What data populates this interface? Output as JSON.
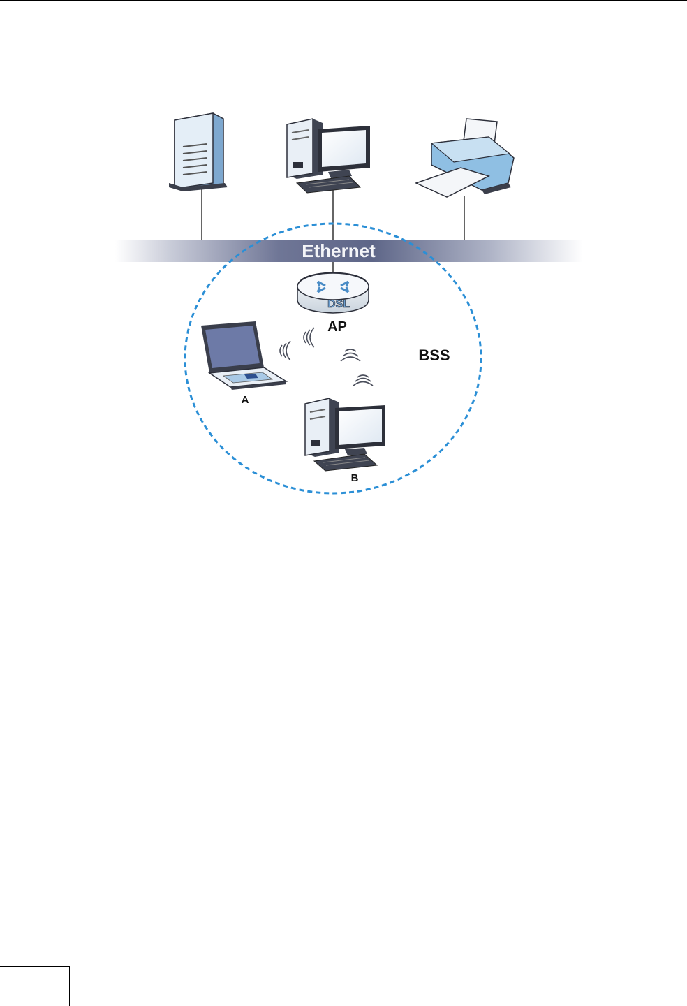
{
  "diagram": {
    "labels": {
      "ethernet": "Ethernet",
      "ap": "AP",
      "router_badge": "DSL",
      "bss": "BSS",
      "station_a": "A",
      "station_b": "B"
    },
    "colors": {
      "bss_ring": "#2b8fd6",
      "ethernet_bar": "#6b7394",
      "device_blue": "#a9c9e6",
      "device_dark": "#4b4f5c"
    },
    "devices": [
      {
        "name": "server-icon",
        "type": "server"
      },
      {
        "name": "desktop-pc-icon",
        "type": "desktop"
      },
      {
        "name": "printer-icon",
        "type": "printer"
      },
      {
        "name": "router-icon",
        "type": "router"
      },
      {
        "name": "laptop-icon",
        "type": "laptop"
      },
      {
        "name": "desktop-pc-icon",
        "type": "desktop"
      }
    ]
  }
}
